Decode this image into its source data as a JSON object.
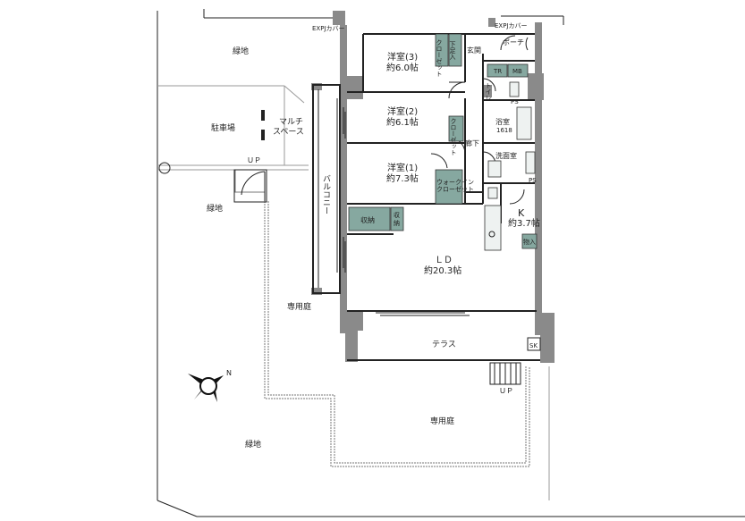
{
  "labels": {
    "exp_left": "EXPJカバー",
    "exp_right": "EXPJカバー",
    "green_top": "緑地",
    "parking": "駐車場",
    "multi1": "マルチ",
    "multi2": "スペース",
    "up_left": "ＵＰ",
    "green_left": "緑地",
    "balcony": "バルコニー",
    "garden_left": "専用庭",
    "green_bottom": "緑地",
    "garden_bottom": "専用庭",
    "terrace": "テラス",
    "up_bottom": "ＵＰ",
    "sk": "SK",
    "north": "N",
    "room3_name": "洋室(3)",
    "room3_size": "約6.0帖",
    "room2_name": "洋室(2)",
    "room2_size": "約6.1帖",
    "room1_name": "洋室(1)",
    "room1_size": "約7.3帖",
    "closet_r3": "クローゼット",
    "shoes": "下足入",
    "entrance": "玄関",
    "porch": "ポーチ",
    "tr": "TR",
    "mb": "MB",
    "toilet": "トイレ",
    "ps1": "PS",
    "bath1": "浴室",
    "bath2": "1618",
    "closet_r2": "クローゼット",
    "corridor": "廊下",
    "washroom": "洗面室",
    "ps2": "PS",
    "wic1": "ウォークイン",
    "wic2": "クローゼット",
    "storage_a": "収納",
    "storage_b1": "収",
    "storage_b2": "納",
    "k_name": "K",
    "k_size": "約3.7帖",
    "pantry": "物入",
    "ld_name": "ＬＤ",
    "ld_size": "約20.3帖"
  }
}
